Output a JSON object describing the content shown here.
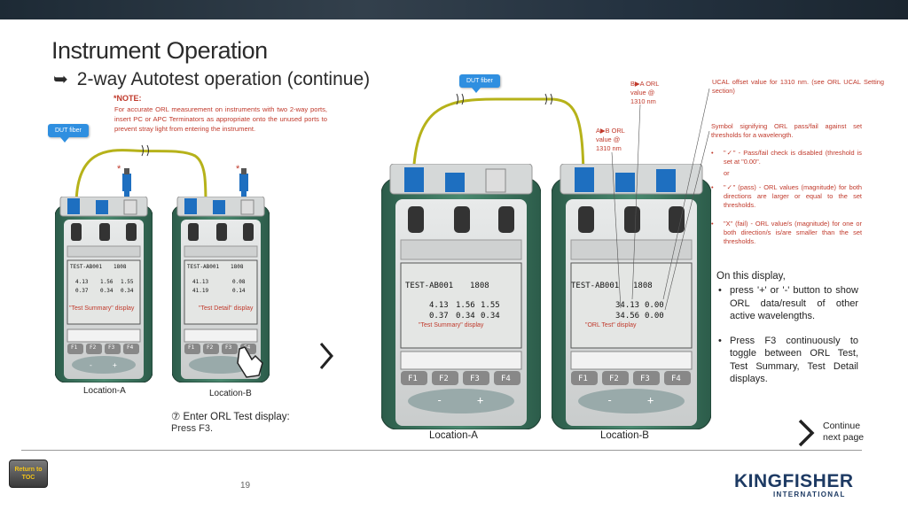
{
  "slide": {
    "title": "Instrument Operation",
    "subtitle": "2-way Autotest operation (continue)"
  },
  "note": {
    "heading": "*NOTE:",
    "text": "For accurate ORL measurement on instruments with two 2-way ports, insert PC or APC Terminators as appropriate onto the unused ports to prevent stray light from entering the instrument."
  },
  "bubbles": {
    "left": "DUT fiber",
    "right": "DUT fiber"
  },
  "star": "*",
  "left_devices": {
    "a": {
      "label": "Location-A",
      "screen": {
        "mode": "TEST-AB001",
        "val_top": "1808",
        "row1_a": "4.13",
        "row1_b": "1.56",
        "row1_c": "1.55",
        "row2_a": "0.37",
        "row2_b": "0.34",
        "row2_c": "0.34",
        "annotation": "\"Test Summary\" display"
      }
    },
    "b": {
      "label": "Location-B",
      "screen": {
        "mode": "TEST-AB001",
        "val_top": "1808",
        "row1_a": "41.13",
        "row1_b": "0.08",
        "row2_a": "41.19",
        "row2_b": "0.14",
        "annotation": "\"Test Detail\" display"
      }
    }
  },
  "right_devices": {
    "a": {
      "label": "Location-A",
      "screen": {
        "mode": "TEST-AB001",
        "val_top": "1808",
        "row1_a": "4.13",
        "row1_b": "1.56",
        "row1_c": "1.55",
        "row2_a": "0.37",
        "row2_b": "0.34",
        "row2_c": "0.34",
        "annotation": "\"Test Summary\" display"
      }
    },
    "b": {
      "label": "Location-B",
      "screen": {
        "mode": "TEST-AB001",
        "val_top": "1808",
        "row1_a": "34.13",
        "row1_b": "0.00",
        "row2_a": "34.56",
        "row2_b": "0.00",
        "annotation": "\"ORL Test\" display"
      }
    }
  },
  "device_keys": {
    "f1": "F1",
    "f2": "F2",
    "f3": "F3",
    "f4": "F4",
    "minus": "-",
    "plus": "+"
  },
  "annotations": {
    "ba_orl": "B▶A ORL value @ 1310 nm",
    "ab_orl": "A▶B ORL value @ 1310 nm",
    "ucal": "UCAL offset value for 1310 nm. (see ORL UCAL Setting section)",
    "symbol": "Symbol signifying ORL pass/fail against set thresholds for a wavelength.",
    "b1": "\"✓\" - Pass/fail check is disabled (threshold is set at \"0.00\".",
    "or": "or",
    "b2": "\"✓\" (pass) - ORL values (magnitude) for both directions are larger or equal to the set thresholds.",
    "b3": "\"X\" (fail) - ORL value/s (magnitude) for one or both direction/s is/are smaller than the set thresholds."
  },
  "step": {
    "title": "⑦  Enter ORL Test display:",
    "instruction": "Press F3."
  },
  "on_this_display": {
    "heading": "On this display,",
    "items": [
      "press '+' or '-' button to show ORL data/result of other active wavelengths.",
      "Press F3 continuously to toggle between ORL Test, Test Summary, Test Detail displays."
    ]
  },
  "continue": {
    "line1": "Continue",
    "line2": "next page"
  },
  "footer": {
    "page_number": "19",
    "return_button": "Return to TOC",
    "logo_name": "KINGFISHER",
    "logo_sub": "INTERNATIONAL"
  },
  "colors": {
    "device_green": "#3e7a64",
    "device_green_dark": "#2c5c4a",
    "fiber_yellow": "#b6b21a",
    "bubble_blue": "#2f8fe0",
    "annotation_red": "#c0392b",
    "logo_blue": "#1d3a63"
  },
  "icons": {
    "arrow": "right-arrow-icon",
    "hand": "pointing-hand-icon",
    "chevron": "chevron-right-icon"
  }
}
